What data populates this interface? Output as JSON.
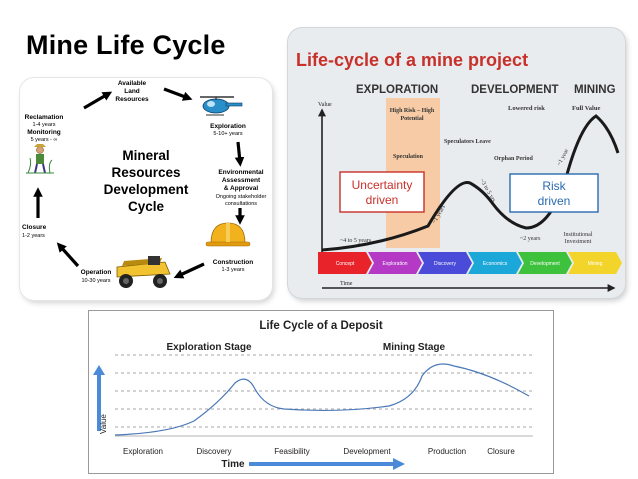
{
  "page": {
    "title": "Mine Life Cycle"
  },
  "cycle": {
    "center_lines": [
      "Mineral",
      "Resources",
      "Development",
      "Cycle"
    ],
    "stages": [
      {
        "name": "Available Land Resources",
        "lines": [
          "Available",
          "Land",
          "Resources"
        ],
        "duration": ""
      },
      {
        "name": "Exploration",
        "lines": [
          "Exploration"
        ],
        "duration": "5-10+ years"
      },
      {
        "name": "Environmental Assessment & Approval",
        "lines": [
          "Environmental",
          "Assessment",
          "& Approval",
          "Ongoing stakeholder",
          "consultations"
        ],
        "duration": ""
      },
      {
        "name": "Construction",
        "lines": [
          "Construction"
        ],
        "duration": "1-3 years"
      },
      {
        "name": "Operation",
        "lines": [
          "Operation"
        ],
        "duration": "10-30 years"
      },
      {
        "name": "Closure",
        "lines": [
          "Closure"
        ],
        "duration": "1-2 years"
      },
      {
        "name": "Reclamation Monitoring",
        "lines": [
          "Reclamation",
          "1-4 years",
          "Monitoring"
        ],
        "duration": "5 years - ∞"
      }
    ]
  },
  "project": {
    "title": "Life-cycle of a mine project",
    "phases": [
      "EXPLORATION",
      "DEVELOPMENT",
      "MINING"
    ],
    "y_label": "Value",
    "x_label": "Time",
    "annotations": {
      "high_risk": [
        "High Risk – High",
        "Potential"
      ],
      "speculators_leave": "Speculators Leave",
      "speculation": "Speculation",
      "orphan_period": "Orphan Period",
      "lowered_risk": "Lowered risk",
      "full_value": "Full Value",
      "years_4_5": "~4 to 5 years",
      "years_1": "~1 years",
      "years_3_5": "~3 to 5 yrs",
      "years_2": "~2 years",
      "years_1b": "~1 year",
      "institutional": [
        "Institutional",
        "Investment"
      ]
    },
    "box_uncertainty": [
      "Uncertainty",
      "driven"
    ],
    "box_risk": [
      "Risk",
      "driven"
    ],
    "stages": [
      "Concept",
      "Exploration",
      "Discovery",
      "Economics",
      "Development",
      "Mining"
    ],
    "stage_colors": [
      "#e8242a",
      "#b43ac6",
      "#4a4bd8",
      "#1ba7d8",
      "#3ec23e",
      "#f3d42a"
    ],
    "curve_color": "#1a1a1a",
    "shade_color": "#f7c89c"
  },
  "deposit": {
    "title": "Life Cycle of a Deposit",
    "stage_left": "Exploration Stage",
    "stage_right": "Mining Stage",
    "y_label": "Value",
    "x_label": "Time",
    "x_ticks": [
      "Exploration",
      "Discovery",
      "Feasibility",
      "Development",
      "Production",
      "Closure"
    ],
    "curve_color": "#4a78b8",
    "arrow_color": "#4a8ad8"
  }
}
